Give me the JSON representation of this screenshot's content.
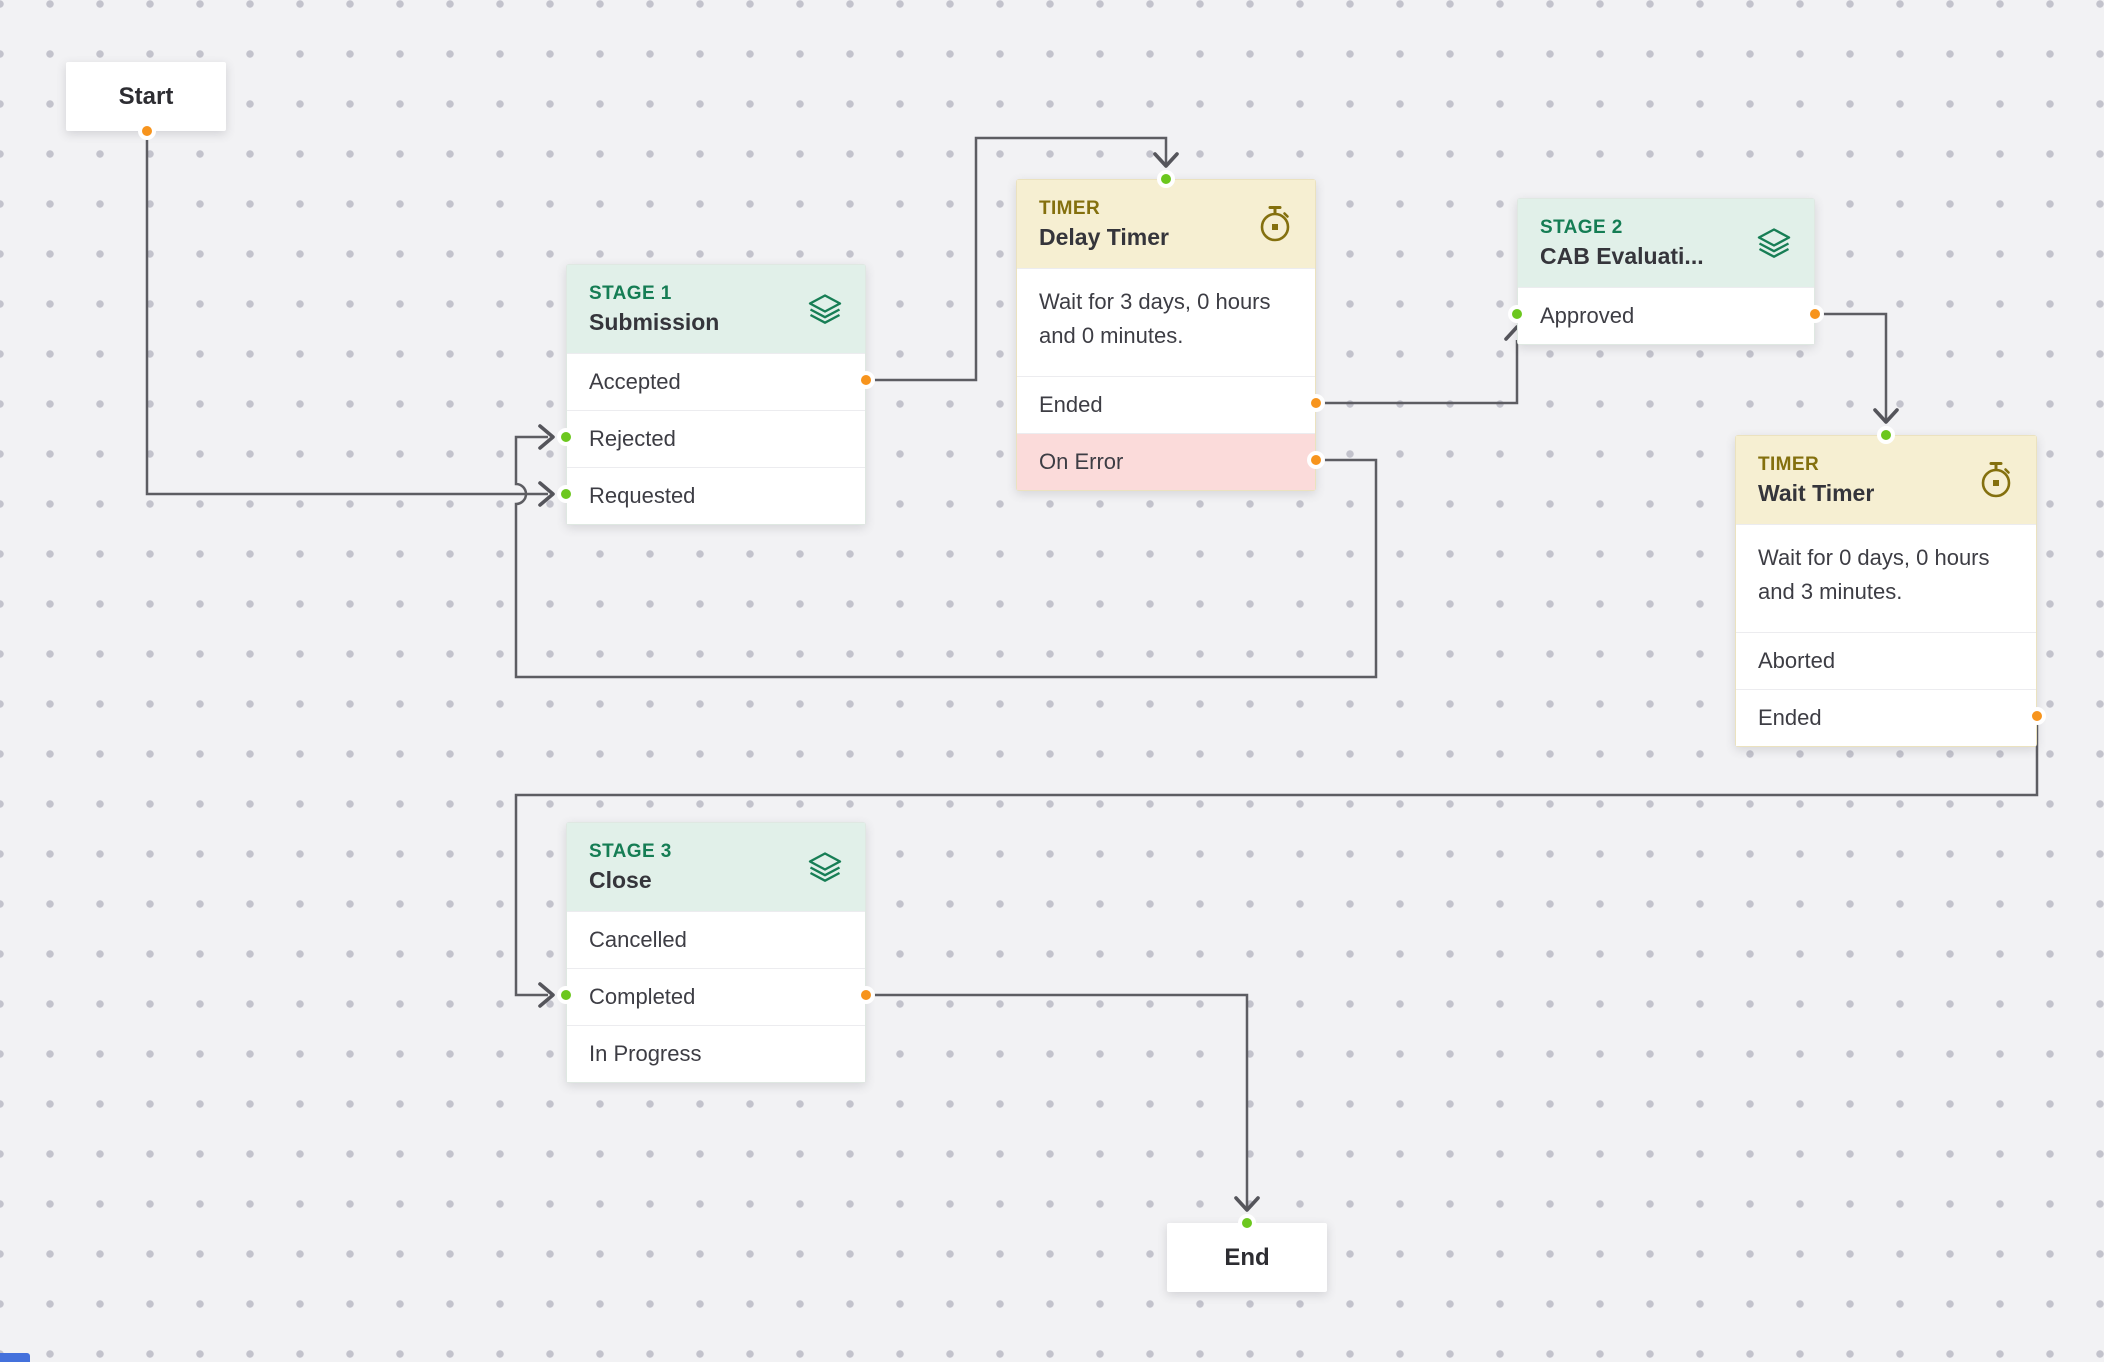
{
  "colors": {
    "background": "#f2f2f4",
    "grid_dot": "#c3c3cc",
    "connector": "#5d5d62",
    "port_output_orange": "#f7941d",
    "port_input_green": "#6cc71e",
    "stage_accent": "#157d54",
    "stage_header_bg": "#e1f0e9",
    "timer_accent": "#84700e",
    "timer_header_bg": "#f6efd2",
    "error_row_bg": "#fbdbda",
    "node_text": "#3d3d44",
    "corner_accent": "#4471dc"
  },
  "nodes": {
    "start": {
      "label": "Start"
    },
    "stage1": {
      "type_label": "STAGE 1",
      "title": "Submission",
      "rows": [
        "Accepted",
        "Rejected",
        "Requested"
      ]
    },
    "delay_timer": {
      "type_label": "TIMER",
      "title": "Delay Timer",
      "description": "Wait for 3 days, 0 hours and 0 minutes.",
      "rows": [
        "Ended",
        "On Error"
      ]
    },
    "stage2": {
      "type_label": "STAGE 2",
      "title": "CAB Evaluati...",
      "rows": [
        "Approved"
      ]
    },
    "wait_timer": {
      "type_label": "TIMER",
      "title": "Wait Timer",
      "description": "Wait for 0 days, 0 hours and 3 minutes.",
      "rows": [
        "Aborted",
        "Ended"
      ]
    },
    "stage3": {
      "type_label": "STAGE 3",
      "title": "Close",
      "rows": [
        "Cancelled",
        "Completed",
        "In Progress"
      ]
    },
    "end": {
      "label": "End"
    }
  },
  "edges": [
    {
      "from": "start",
      "to": "stage1.requested"
    },
    {
      "from": "stage1.accepted",
      "to": "delay-timer"
    },
    {
      "from": "delay-timer.ended",
      "to": "stage2.approved"
    },
    {
      "from": "delay-timer.on-error",
      "to": "stage1.rejected"
    },
    {
      "from": "stage2.approved",
      "to": "wait-timer"
    },
    {
      "from": "wait-timer.ended",
      "to": "stage3.completed"
    },
    {
      "from": "stage3.completed",
      "to": "end"
    }
  ]
}
